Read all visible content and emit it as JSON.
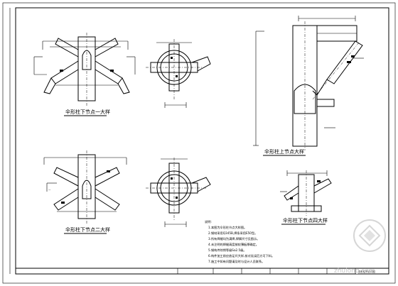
{
  "drawing": {
    "titles": {
      "lower_node_1": "伞形柱下节点一大样",
      "lower_node_2": "伞形柱下节点二大样",
      "upper_node": "伞形柱上节点大样",
      "bottom_node": "伞形柱下节点四大样"
    },
    "notes_heading": "说明:",
    "notes": [
      "1.本图为伞形柱节点大样图。",
      "2.钢材采用Q345B,焊条采用E50型。",
      "3.所有焊缝均为满焊,焊脚尺寸见图示。",
      "4.未注明的焊缝高度按较薄板厚确定。",
      "5.钢构件除锈等级Sa2.5级。",
      "6.构件加工前应放足尺大样,核对无误后方可下料。",
      "7.施工中如有问题请及时与设计人员联系。"
    ],
    "title_block_text": "伞形柱节点详图",
    "watermark": "zhulong.com"
  }
}
